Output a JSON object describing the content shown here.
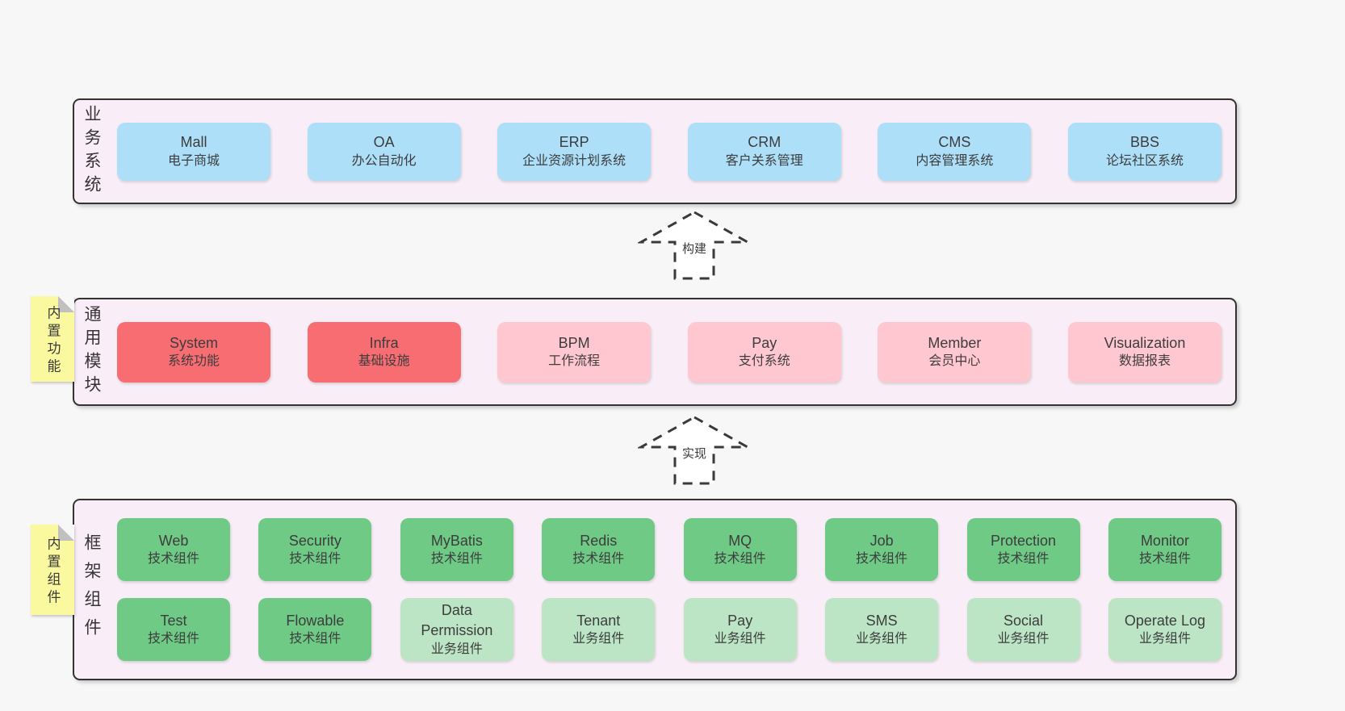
{
  "colors": {
    "page-bg": "#f7f7f7",
    "panel-bg": "#f9eef7",
    "panel-border": "#333333",
    "blue": "#aedff8",
    "red": "#f76d72",
    "pink": "#ffc7d0",
    "green": "#6fca86",
    "lightgreen": "#bce5c6",
    "sticky-yellow": "#fbf9a0",
    "fold-gray": "#c0c0c0",
    "text": "#3d3d3d",
    "arrow-stroke": "#3a3a3a"
  },
  "arrows": [
    {
      "label": "构建"
    },
    {
      "label": "实现"
    }
  ],
  "panels": [
    {
      "id": "business-systems",
      "label": "业务系统",
      "boxes": [
        {
          "name": "Mall",
          "desc": "电子商城",
          "type": "blue"
        },
        {
          "name": "OA",
          "desc": "办公自动化",
          "type": "blue"
        },
        {
          "name": "ERP",
          "desc": "企业资源计划系统",
          "type": "blue"
        },
        {
          "name": "CRM",
          "desc": "客户关系管理",
          "type": "blue"
        },
        {
          "name": "CMS",
          "desc": "内容管理系统",
          "type": "blue"
        },
        {
          "name": "BBS",
          "desc": "论坛社区系统",
          "type": "blue"
        }
      ]
    },
    {
      "id": "common-modules",
      "label": "通用模块",
      "sticky": "内置功能",
      "boxes": [
        {
          "name": "System",
          "desc": "系统功能",
          "type": "red"
        },
        {
          "name": "Infra",
          "desc": "基础设施",
          "type": "red"
        },
        {
          "name": "BPM",
          "desc": "工作流程",
          "type": "pink"
        },
        {
          "name": "Pay",
          "desc": "支付系统",
          "type": "pink"
        },
        {
          "name": "Member",
          "desc": "会员中心",
          "type": "pink"
        },
        {
          "name": "Visualization",
          "desc": "数据报表",
          "type": "pink"
        }
      ]
    },
    {
      "id": "framework-components",
      "label": "框架组件",
      "sticky": "内置组件",
      "rows": [
        [
          {
            "name": "Web",
            "desc": "技术组件",
            "type": "green"
          },
          {
            "name": "Security",
            "desc": "技术组件",
            "type": "green"
          },
          {
            "name": "MyBatis",
            "desc": "技术组件",
            "type": "green"
          },
          {
            "name": "Redis",
            "desc": "技术组件",
            "type": "green"
          },
          {
            "name": "MQ",
            "desc": "技术组件",
            "type": "green"
          },
          {
            "name": "Job",
            "desc": "技术组件",
            "type": "green"
          },
          {
            "name": "Protection",
            "desc": "技术组件",
            "type": "green"
          },
          {
            "name": "Monitor",
            "desc": "技术组件",
            "type": "green"
          }
        ],
        [
          {
            "name": "Test",
            "desc": "技术组件",
            "type": "green"
          },
          {
            "name": "Flowable",
            "desc": "技术组件",
            "type": "green"
          },
          {
            "name": "Data Permission",
            "desc": "业务组件",
            "type": "lightgreen"
          },
          {
            "name": "Tenant",
            "desc": "业务组件",
            "type": "lightgreen"
          },
          {
            "name": "Pay",
            "desc": "业务组件",
            "type": "lightgreen"
          },
          {
            "name": "SMS",
            "desc": "业务组件",
            "type": "lightgreen"
          },
          {
            "name": "Social",
            "desc": "业务组件",
            "type": "lightgreen"
          },
          {
            "name": "Operate Log",
            "desc": "业务组件",
            "type": "lightgreen"
          }
        ]
      ]
    }
  ]
}
